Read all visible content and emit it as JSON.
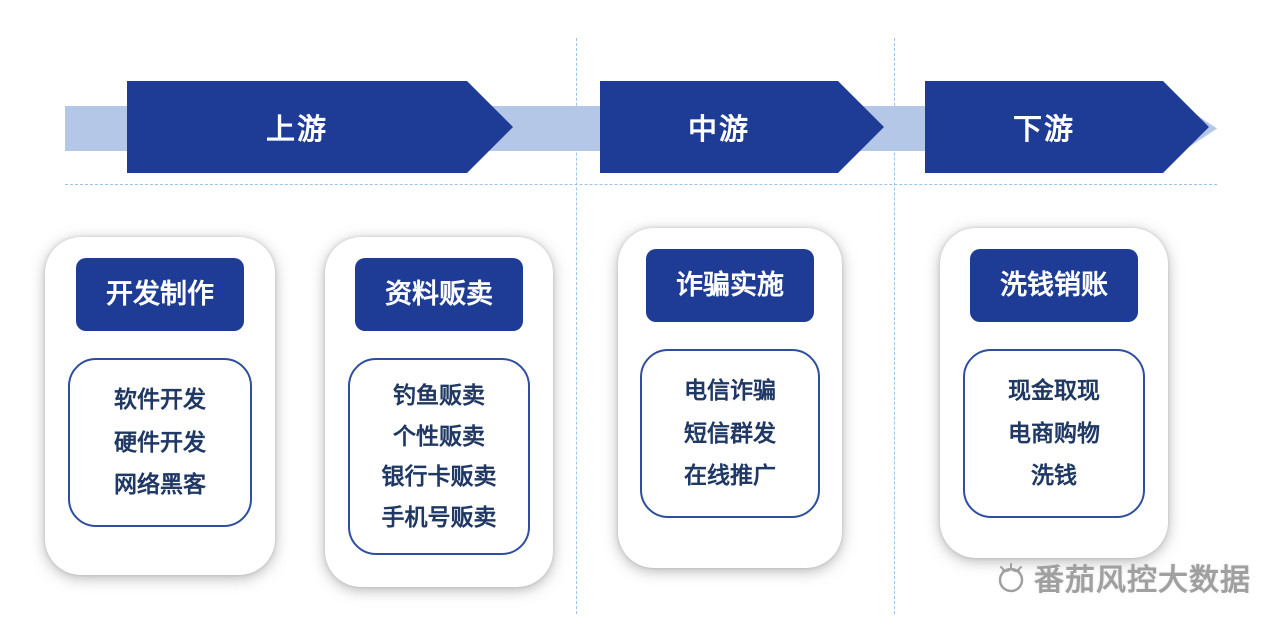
{
  "stages": [
    {
      "label": "上游"
    },
    {
      "label": "中游"
    },
    {
      "label": "下游"
    }
  ],
  "cards": [
    {
      "title": "开发制作",
      "items": [
        "软件开发",
        "硬件开发",
        "网络黑客"
      ]
    },
    {
      "title": "资料贩卖",
      "items": [
        "钓鱼贩卖",
        "个性贩卖",
        "银行卡贩卖",
        "手机号贩卖"
      ]
    },
    {
      "title": "诈骗实施",
      "items": [
        "电信诈骗",
        "短信群发",
        "在线推广"
      ]
    },
    {
      "title": "洗钱销账",
      "items": [
        "现金取现",
        "电商购物",
        "洗钱"
      ]
    }
  ],
  "watermark": {
    "text": "番茄风控大数据"
  },
  "colors": {
    "primary_blue": "#1e3c96",
    "band_blue": "#b4c7e7",
    "dashed_guide_blue": "#9dc3e6",
    "item_text_navy": "#1f3864",
    "watermark_gray": "#a0a0a0"
  }
}
